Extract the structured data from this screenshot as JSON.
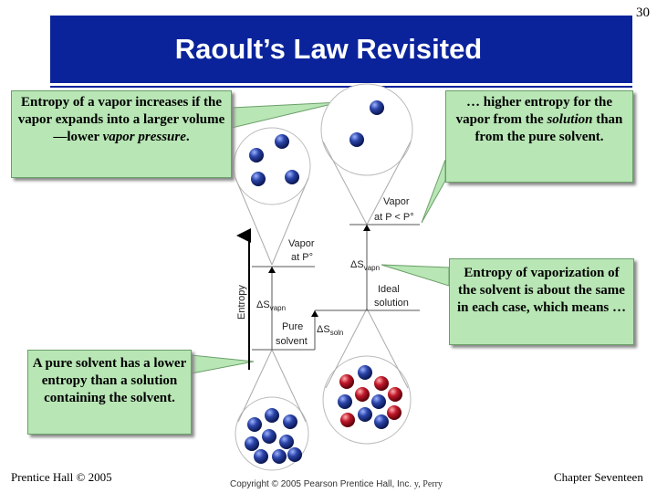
{
  "slide_number": "30",
  "title": "Raoult’s Law Revisited",
  "callouts": {
    "vapor_expansion": {
      "pre": "Entropy of a vapor increases if the vapor expands into a larger volume—lower ",
      "em": "vapor pressure",
      "post": "."
    },
    "higher_entropy": {
      "pre": "… higher entropy for the vapor from the ",
      "em": "solution",
      "post": " than from the pure solvent."
    },
    "vaporization": "Entropy of vaporization of the solvent is about the same in each case, which means …",
    "pure_solvent": "A pure solvent has a lower entropy than a solution containing the solvent."
  },
  "diagram": {
    "axis_label": "Entropy",
    "vapor_p_low": {
      "line1": "Vapor",
      "line2": "at P < P°"
    },
    "vapor_p0": {
      "line1": "Vapor",
      "line2": "at P°"
    },
    "delta_s_vapn_right": "ΔS",
    "delta_s_vapn_right_sub": "vapn",
    "ideal_solution": {
      "line1": "Ideal",
      "line2": "solution"
    },
    "delta_s_vapn_left": "ΔS",
    "delta_s_vapn_left_sub": "vapn",
    "pure_solvent": {
      "line1": "Pure",
      "line2": "solvent"
    },
    "delta_s_soln": "ΔS",
    "delta_s_soln_sub": "soln"
  },
  "colors": {
    "title_bar": "#0a239a",
    "callout_bg": "#b8e6b5",
    "solvent": "#2a44a8",
    "solute": "#c0182a"
  },
  "footer": {
    "left": "Prentice Hall © 2005",
    "copyright": "Copyright © 2005 Pearson Prentice Hall, Inc.",
    "author": "y, Perry",
    "right": "Chapter Seventeen"
  }
}
